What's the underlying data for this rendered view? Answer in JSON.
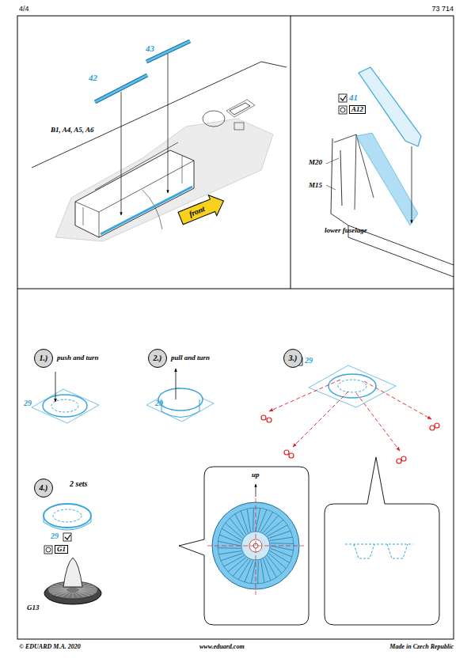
{
  "diagram": {
    "nodes": [
      {
        "text": [
          "1.)"
        ]
      },
      {
        "text": [
          "2.)"
        ]
      },
      {
        "text": [
          "3.)"
        ]
      },
      {
        "text": [
          "4.)"
        ]
      },
      {
        "text": [
          "front"
        ]
      }
    ],
    "labels": [
      "4/4",
      "73 714",
      "42",
      "43",
      "B1, A4, A5, A6",
      "41",
      "A12",
      "M20",
      "M15",
      "lower fuselage",
      "push and turn",
      "29",
      "pull and turn",
      "29",
      "29",
      "2 sets",
      "29",
      "G1",
      "G13",
      "up",
      "© EDUARD  M.A. 2020",
      "www.eduard.com",
      "Made in Czech Republic"
    ]
  }
}
